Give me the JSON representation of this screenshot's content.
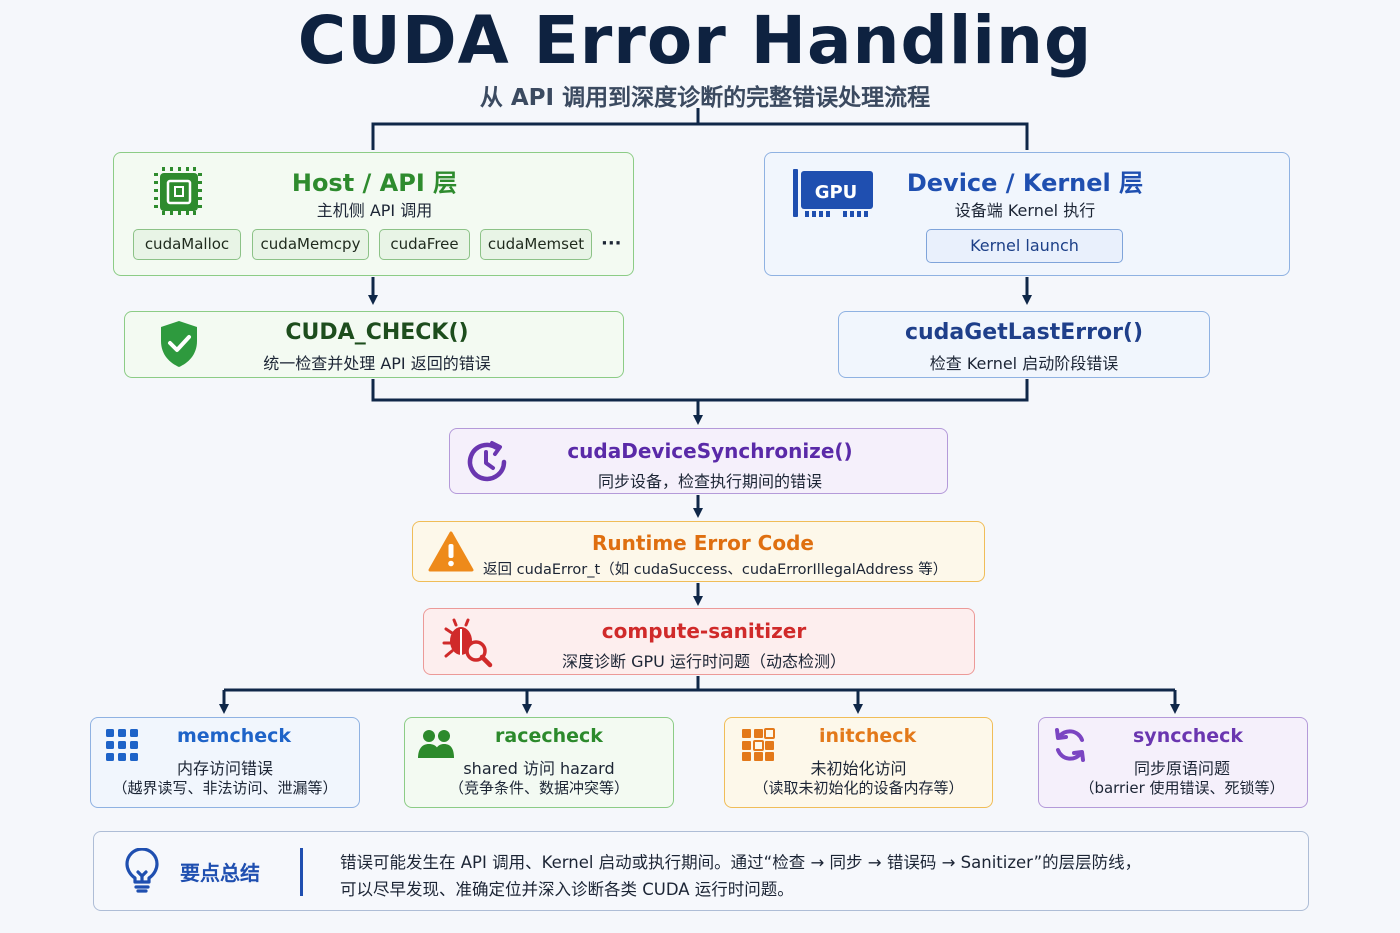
{
  "title": "CUDA Error Handling",
  "subtitle": "从 API 调用到深度诊断的完整错误处理流程",
  "host": {
    "title": "Host / API 层",
    "subtitle": "主机侧 API 调用",
    "apis": [
      "cudaMalloc",
      "cudaMemcpy",
      "cudaFree",
      "cudaMemset"
    ],
    "more": "···"
  },
  "device": {
    "gpu_label": "GPU",
    "title": "Device / Kernel 层",
    "subtitle": "设备端 Kernel 执行",
    "chip": "Kernel launch"
  },
  "cuda_check": {
    "title": "CUDA_CHECK()",
    "desc": "统一检查并处理 API 返回的错误"
  },
  "get_last_error": {
    "title": "cudaGetLastError()",
    "desc": "检查 Kernel 启动阶段错误"
  },
  "sync": {
    "title": "cudaDeviceSynchronize()",
    "desc": "同步设备，检查执行期间的错误"
  },
  "runtime": {
    "title": "Runtime Error Code",
    "desc": "返回 cudaError_t（如 cudaSuccess、cudaErrorIllegalAddress 等）"
  },
  "sanitizer": {
    "title": "compute-sanitizer",
    "desc": "深度诊断 GPU 运行时问题（动态检测）"
  },
  "tools": [
    {
      "title": "memcheck",
      "line1": "内存访问错误",
      "line2": "（越界读写、非法访问、泄漏等）",
      "icon": "grid-icon",
      "color": "#1e63c8"
    },
    {
      "title": "racecheck",
      "line1": "shared 访问 hazard",
      "line2": "（竞争条件、数据冲突等）",
      "icon": "users-icon",
      "color": "#2c8a2c"
    },
    {
      "title": "initcheck",
      "line1": "未初始化访问",
      "line2": "（读取未初始化的设备内存等）",
      "icon": "blocks-icon",
      "color": "#e3791a"
    },
    {
      "title": "synccheck",
      "line1": "同步原语问题",
      "line2": "（barrier 使用错误、死锁等）",
      "icon": "sync-icon",
      "color": "#7b45c2"
    }
  ],
  "summary": {
    "label": "要点总结",
    "line1": "错误可能发生在 API 调用、Kernel 启动或执行期间。通过“检查 → 同步 → 错误码 → Sanitizer”的层层防线，",
    "line2": "可以尽早发现、准确定位并深入诊断各类 CUDA 运行时问题。"
  },
  "colors": {
    "green": "#2e8b2e",
    "blue": "#1f4fb0",
    "purple": "#6a36b0",
    "orange": "#df6f10",
    "red": "#d02a2a",
    "wire": "#0f2748"
  }
}
